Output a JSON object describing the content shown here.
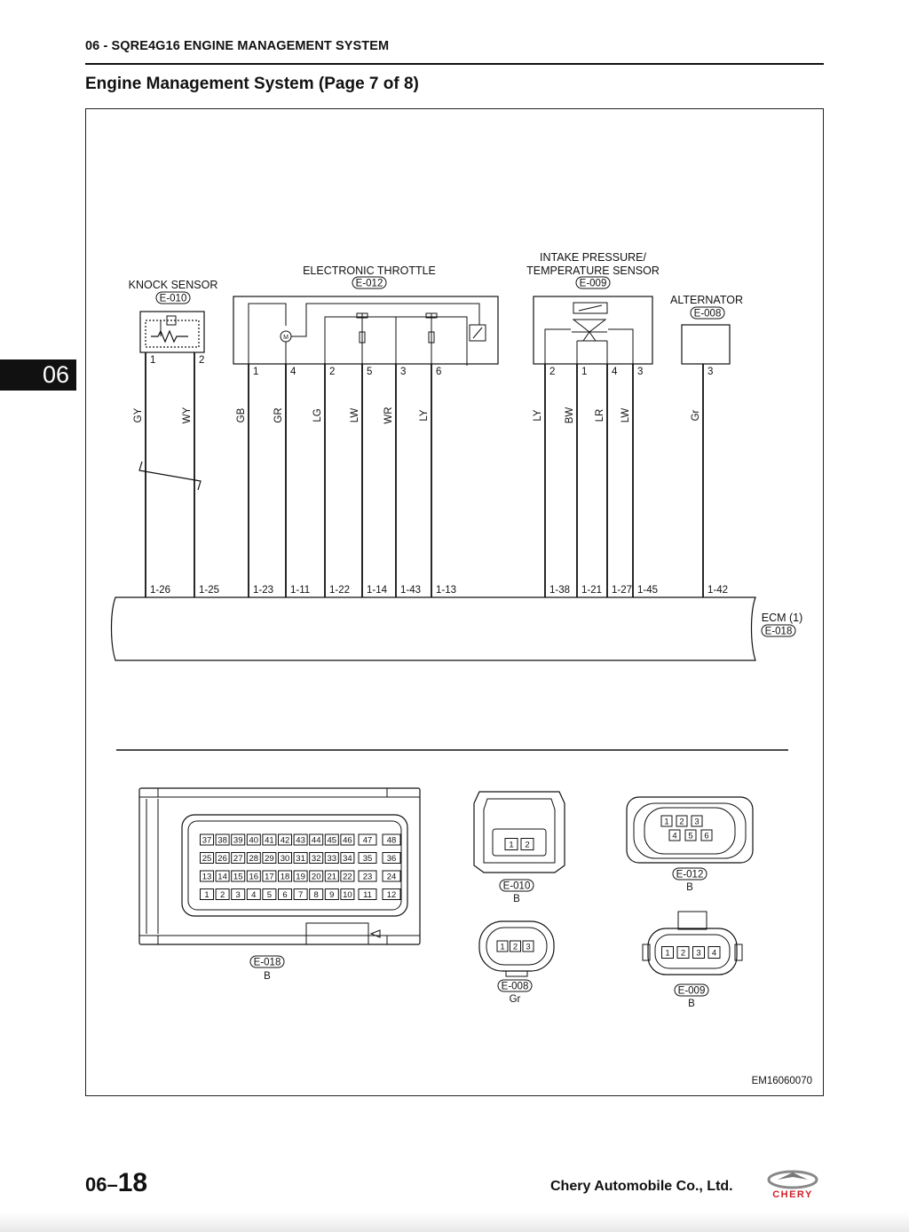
{
  "header": {
    "section": "06 - SQRE4G16 ENGINE MANAGEMENT SYSTEM",
    "title": "Engine Management System (Page 7 of 8)"
  },
  "side_tab": "06",
  "components": {
    "knock": {
      "name": "KNOCK SENSOR",
      "code": "E-010",
      "pins": [
        "1",
        "2"
      ],
      "wires": [
        "GY",
        "WY"
      ],
      "ecm_pins": [
        "1-26",
        "1-25"
      ]
    },
    "throttle": {
      "name": "ELECTRONIC THROTTLE",
      "code": "E-012",
      "pins": [
        "1",
        "4",
        "2",
        "5",
        "3",
        "6"
      ],
      "wires": [
        "GB",
        "GR",
        "LG",
        "LW",
        "WR",
        "LY"
      ],
      "ecm_pins": [
        "1-23",
        "1-11",
        "1-22",
        "1-14",
        "1-43",
        "1-13"
      ],
      "motor": "M"
    },
    "intake": {
      "name_line1": "INTAKE PRESSURE/",
      "name_line2": "TEMPERATURE SENSOR",
      "code": "E-009",
      "pins": [
        "2",
        "1",
        "4",
        "3"
      ],
      "wires": [
        "LY",
        "BW",
        "LR",
        "LW"
      ],
      "ecm_pins": [
        "1-38",
        "1-21",
        "1-27",
        "1-45"
      ]
    },
    "alternator": {
      "name": "ALTERNATOR",
      "code": "E-008",
      "pins": [
        "3"
      ],
      "wires": [
        "Gr"
      ],
      "ecm_pins": [
        "1-42"
      ]
    }
  },
  "ecm": {
    "name": "ECM (1)",
    "code": "E-018"
  },
  "connectors": {
    "e018": {
      "code": "E-018",
      "color": "B",
      "rows": [
        [
          "37",
          "38",
          "39",
          "40",
          "41",
          "42",
          "43",
          "44",
          "45",
          "46"
        ],
        [
          "25",
          "26",
          "27",
          "28",
          "29",
          "30",
          "31",
          "32",
          "33",
          "34"
        ],
        [
          "13",
          "14",
          "15",
          "16",
          "17",
          "18",
          "19",
          "20",
          "21",
          "22"
        ],
        [
          "1",
          "2",
          "3",
          "4",
          "5",
          "6",
          "7",
          "8",
          "9",
          "10"
        ]
      ],
      "side": [
        [
          "47",
          "48"
        ],
        [
          "35",
          "36"
        ],
        [
          "23",
          "24"
        ],
        [
          "11",
          "12"
        ]
      ]
    },
    "e010": {
      "code": "E-010",
      "color": "B",
      "pins": [
        "1",
        "2"
      ]
    },
    "e008": {
      "code": "E-008",
      "color": "Gr",
      "pins": [
        "1",
        "2",
        "3"
      ]
    },
    "e012": {
      "code": "E-012",
      "color": "B",
      "top": [
        "1",
        "2",
        "3"
      ],
      "bottom": [
        "4",
        "5",
        "6"
      ]
    },
    "e009": {
      "code": "E-009",
      "color": "B",
      "pins": [
        "1",
        "2",
        "3",
        "4"
      ]
    }
  },
  "figure_id": "EM16060070",
  "footer": {
    "page_prefix": "06–",
    "page_num": "18",
    "company": "Chery Automobile Co., Ltd.",
    "logo_text": "CHERY"
  },
  "colors": {
    "ink": "#111111",
    "brand_red": "#d0202a"
  }
}
